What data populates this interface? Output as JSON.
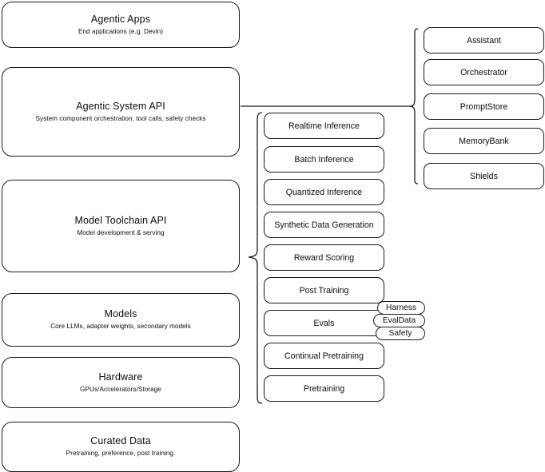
{
  "diagram": {
    "title": "Agentic stack layers",
    "stroke_color": "#1a1a1a",
    "background_color": "#ffffff"
  },
  "layers": [
    {
      "id": "agentic-apps",
      "title": "Agentic Apps",
      "subtitle": "End applications (e.g. Devin)"
    },
    {
      "id": "agentic-system-api",
      "title": "Agentic System API",
      "subtitle": "System component orchestration, tool calls, safety checks"
    },
    {
      "id": "model-toolchain-api",
      "title": "Model Toolchain API",
      "subtitle": "Model development & serving"
    },
    {
      "id": "models",
      "title": "Models",
      "subtitle": "Core LLMs, adapter weights, secondary models"
    },
    {
      "id": "hardware",
      "title": "Hardware",
      "subtitle": "GPUs/Accelerators/Storage"
    },
    {
      "id": "curated-data",
      "title": "Curated Data",
      "subtitle": "Pretraining, preference, post training."
    }
  ],
  "toolchain_components": [
    {
      "id": "realtime-inference",
      "label": "Realtime Inference"
    },
    {
      "id": "batch-inference",
      "label": "Batch Inference"
    },
    {
      "id": "quantized-inference",
      "label": "Quantized Inference"
    },
    {
      "id": "synthetic-data-generation",
      "label": "Synthetic Data Generation"
    },
    {
      "id": "reward-scoring",
      "label": "Reward Scoring"
    },
    {
      "id": "post-training",
      "label": "Post Training"
    },
    {
      "id": "evals",
      "label": "Evals"
    },
    {
      "id": "continual-pretraining",
      "label": "Continual Pretraining"
    },
    {
      "id": "pretraining",
      "label": "Pretraining"
    }
  ],
  "system_components": [
    {
      "id": "assistant",
      "label": "Assistant"
    },
    {
      "id": "orchestrator",
      "label": "Orchestrator"
    },
    {
      "id": "promptstore",
      "label": "PromptStore"
    },
    {
      "id": "memorybank",
      "label": "MemoryBank"
    },
    {
      "id": "shields",
      "label": "Shields"
    }
  ],
  "eval_tags": [
    {
      "id": "harness",
      "label": "Harness"
    },
    {
      "id": "evaldata",
      "label": "EvalData"
    },
    {
      "id": "safety",
      "label": "Safety"
    }
  ]
}
